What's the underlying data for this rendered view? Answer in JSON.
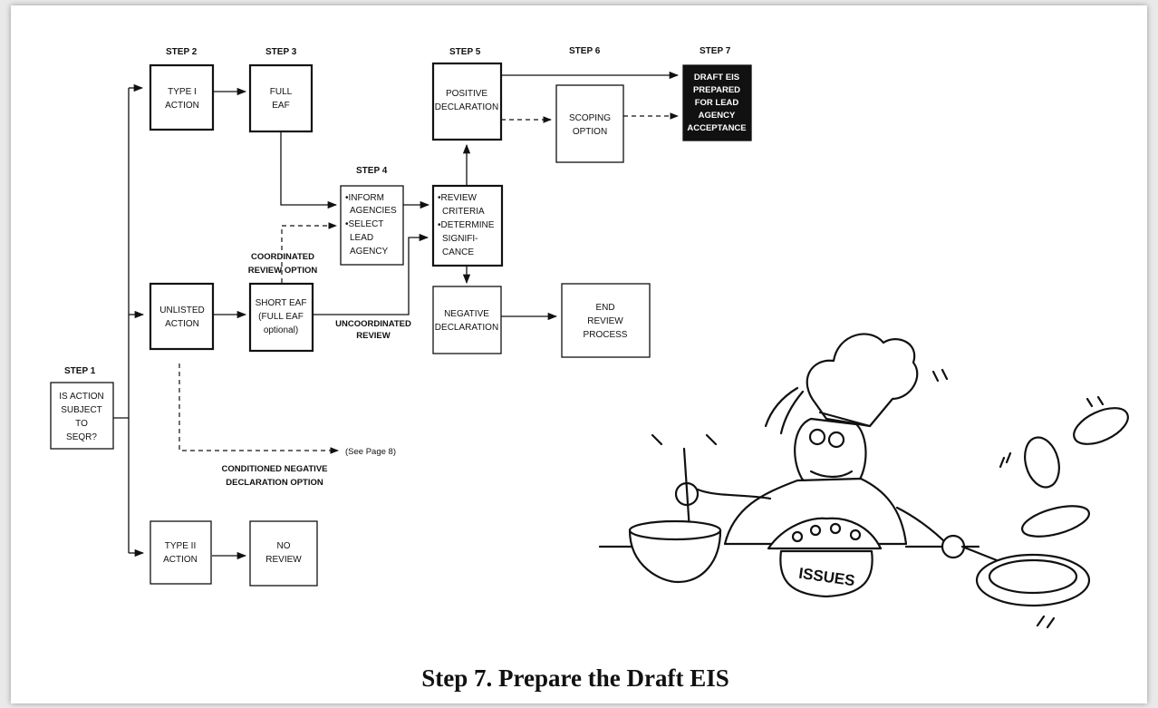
{
  "steps": {
    "s1": "STEP 1",
    "s2": "STEP 2",
    "s3": "STEP 3",
    "s4": "STEP 4",
    "s5": "STEP 5",
    "s6": "STEP 6",
    "s7": "STEP 7"
  },
  "boxes": {
    "seqr": [
      "IS ACTION",
      "SUBJECT",
      "TO",
      "SEQR?"
    ],
    "type1": [
      "TYPE I",
      "ACTION"
    ],
    "unlisted": [
      "UNLISTED",
      "ACTION"
    ],
    "type2": [
      "TYPE II",
      "ACTION"
    ],
    "full_eaf": [
      "FULL",
      "EAF"
    ],
    "short_eaf": [
      "SHORT EAF",
      "(FULL EAF",
      "optional)"
    ],
    "no_review": [
      "NO",
      "REVIEW"
    ],
    "inform": [
      "•INFORM",
      "AGENCIES",
      "•SELECT",
      "LEAD",
      "AGENCY"
    ],
    "review": [
      "•REVIEW",
      "CRITERIA",
      "•DETERMINE",
      "SIGNIFI-",
      "CANCE"
    ],
    "positive": [
      "POSITIVE",
      "DECLARATION"
    ],
    "negative": [
      "NEGATIVE",
      "DECLARATION"
    ],
    "scoping": [
      "SCOPING",
      "OPTION"
    ],
    "end_review": [
      "END",
      "REVIEW",
      "PROCESS"
    ],
    "draft": [
      "DRAFT EIS",
      "PREPARED",
      "FOR LEAD",
      "AGENCY",
      "ACCEPTANCE"
    ]
  },
  "labels": {
    "coordinated": [
      "COORDINATED",
      "REVIEW OPTION"
    ],
    "uncoordinated": [
      "UNCOORDINATED",
      "REVIEW"
    ],
    "conditioned": [
      "CONDITIONED NEGATIVE",
      "DECLARATION OPTION"
    ],
    "see_page": "(See Page 8)"
  },
  "illustration": {
    "pot_label": "ISSUES"
  },
  "caption": "Step 7. Prepare the Draft EIS",
  "colors": {
    "draft_box_fill": "#111111",
    "page_bg": "#ffffff"
  }
}
